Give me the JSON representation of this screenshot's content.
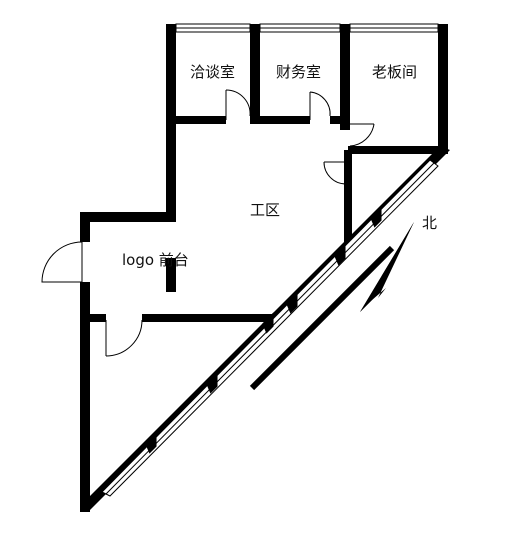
{
  "rooms": {
    "meeting_room": "洽谈室",
    "finance_room": "财务室",
    "boss_room": "老板间",
    "work_area": "工区",
    "front_desk": "logo 前台"
  },
  "compass": {
    "north_label": "北"
  },
  "colors": {
    "wall": "#000000",
    "background": "#ffffff"
  },
  "icons": {
    "north_arrow": "north-arrow-icon",
    "door": "door-swing-icon",
    "window": "window-icon"
  }
}
